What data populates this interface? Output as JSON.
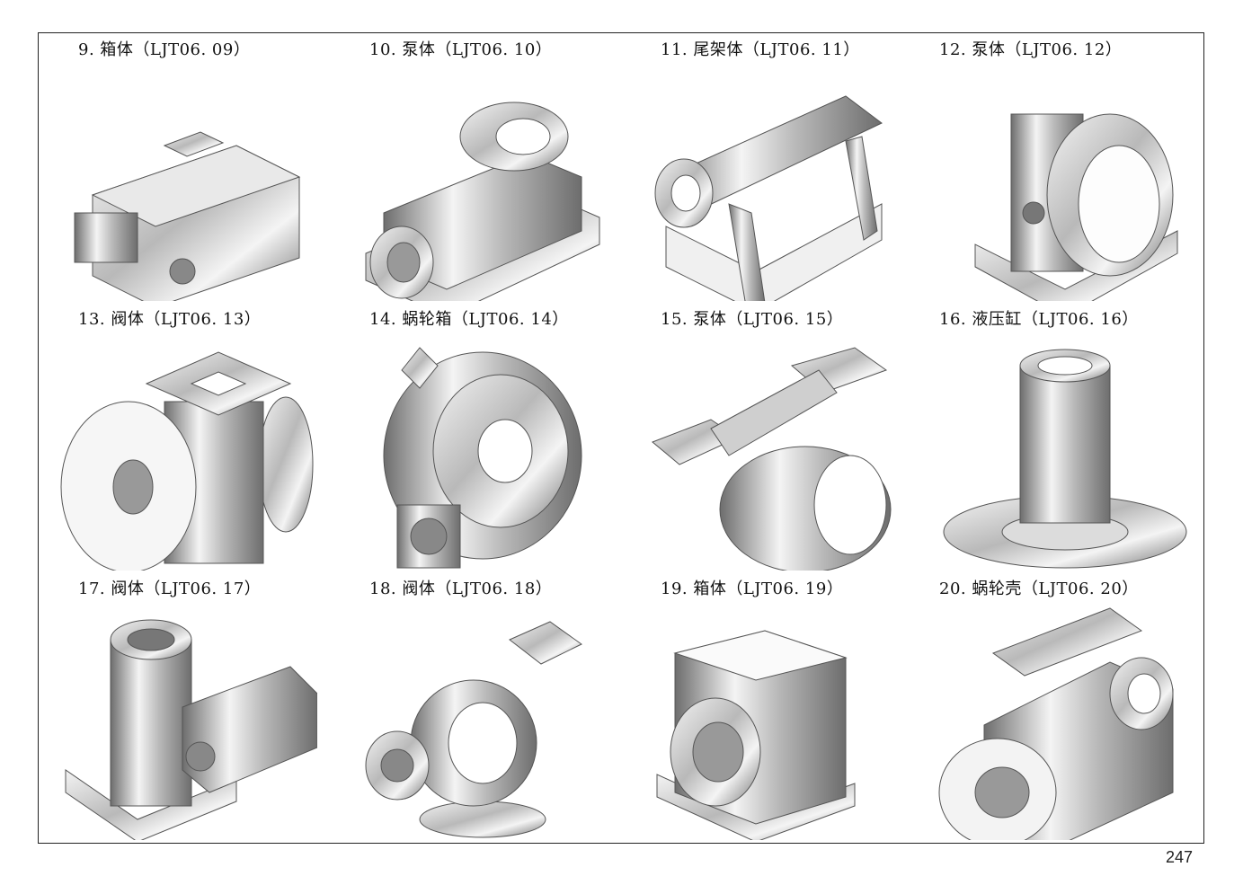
{
  "figures": [
    {
      "caption": "9. 箱体（LJT06. 09）",
      "shape": "box"
    },
    {
      "caption": "10. 泵体（LJT06. 10）",
      "shape": "pump-a"
    },
    {
      "caption": "11. 尾架体（LJT06. 11）",
      "shape": "tailstock"
    },
    {
      "caption": "12. 泵体（LJT06. 12）",
      "shape": "pump-b"
    },
    {
      "caption": "13. 阀体（LJT06. 13）",
      "shape": "valve-flange"
    },
    {
      "caption": "14. 蜗轮箱（LJT06. 14）",
      "shape": "worm-box"
    },
    {
      "caption": "15. 泵体（LJT06. 15）",
      "shape": "pump-c"
    },
    {
      "caption": "16. 液压缸（LJT06. 16）",
      "shape": "cylinder"
    },
    {
      "caption": "17. 阀体（LJT06. 17）",
      "shape": "valve-tee"
    },
    {
      "caption": "18. 阀体（LJT06. 18）",
      "shape": "valve-elbow"
    },
    {
      "caption": "19. 箱体（LJT06. 19）",
      "shape": "open-box"
    },
    {
      "caption": "20. 蜗轮壳（LJT06. 20）",
      "shape": "worm-shell"
    }
  ],
  "page_number": "247",
  "colors": {
    "metal_light": "#f4f4f4",
    "metal_mid": "#b9b9b9",
    "metal_dark": "#6d6d6d",
    "frame": "#222222"
  }
}
